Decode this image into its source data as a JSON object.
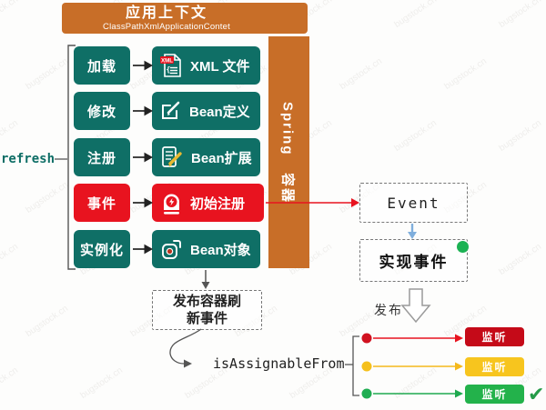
{
  "watermark": {
    "text": "bugstock.cn"
  },
  "header": {
    "title": "应用上下文",
    "subtitle": "ClassPathXmlApplicationContet"
  },
  "spring_bar": {
    "label": "Spring   容器"
  },
  "refresh": {
    "label": "refresh"
  },
  "flow_rows": [
    {
      "step": "加载",
      "target": "XML 文件",
      "icon": "xml-file-icon",
      "variant": "teal"
    },
    {
      "step": "修改",
      "target": "Bean定义",
      "icon": "edit-icon",
      "variant": "teal"
    },
    {
      "step": "注册",
      "target": "Bean扩展",
      "icon": "doc-pencil-icon",
      "variant": "teal"
    },
    {
      "step": "事件",
      "target": "初始注册",
      "icon": "alarm-lightning-icon",
      "variant": "red"
    },
    {
      "step": "实例化",
      "target": "Bean对象",
      "icon": "object-frame-icon",
      "variant": "teal"
    }
  ],
  "publish_box": {
    "line1": "发布容器刷",
    "line2": "新事件"
  },
  "event_box": {
    "label": "Event"
  },
  "impl_event_box": {
    "label": "实现事件"
  },
  "publish_label": "发布",
  "method_label": "isAssignableFrom",
  "listeners": [
    {
      "label": "监听",
      "box_color": "#C50A18",
      "arrow_color": "#E8131F",
      "dot_color": "#D11220"
    },
    {
      "label": "监听",
      "box_color": "#F7C51E",
      "arrow_color": "#F5B91C",
      "dot_color": "#F5C01C"
    },
    {
      "label": "监听",
      "box_color": "#23B24B",
      "arrow_color": "#1FA94F",
      "dot_color": "#1FAD52"
    }
  ],
  "checkmark": "✔",
  "colors": {
    "orange": "#C86E28",
    "teal": "#0F6F66",
    "red": "#E8131F",
    "blue_arrow": "#7FAEDC"
  }
}
